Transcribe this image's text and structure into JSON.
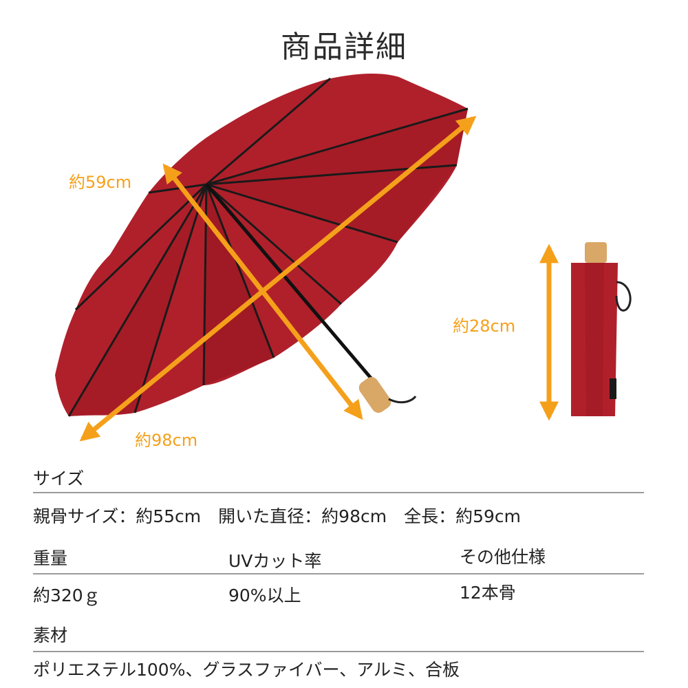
{
  "title": "商品詳細",
  "colors": {
    "umbrella": "#b0202b",
    "arrow": "#f5a01a",
    "handle": "#d9a766"
  },
  "dimensions": {
    "radius_label": "約59cm",
    "diameter_label": "約98cm",
    "folded_label": "約28cm"
  },
  "specs": {
    "size_heading": "サイズ",
    "size_value": "親骨サイズ：約55cm　開いた直径：約98cm　全長：約59cm",
    "weight_heading": "重量",
    "weight_value": "約320ｇ",
    "uv_heading": "UVカット率",
    "uv_value": "90%以上",
    "other_heading": "その他仕様",
    "other_value": "12本骨",
    "material_heading": "素材",
    "material_value": "ポリエステル100%、グラスファイバー、アルミ、合板"
  }
}
